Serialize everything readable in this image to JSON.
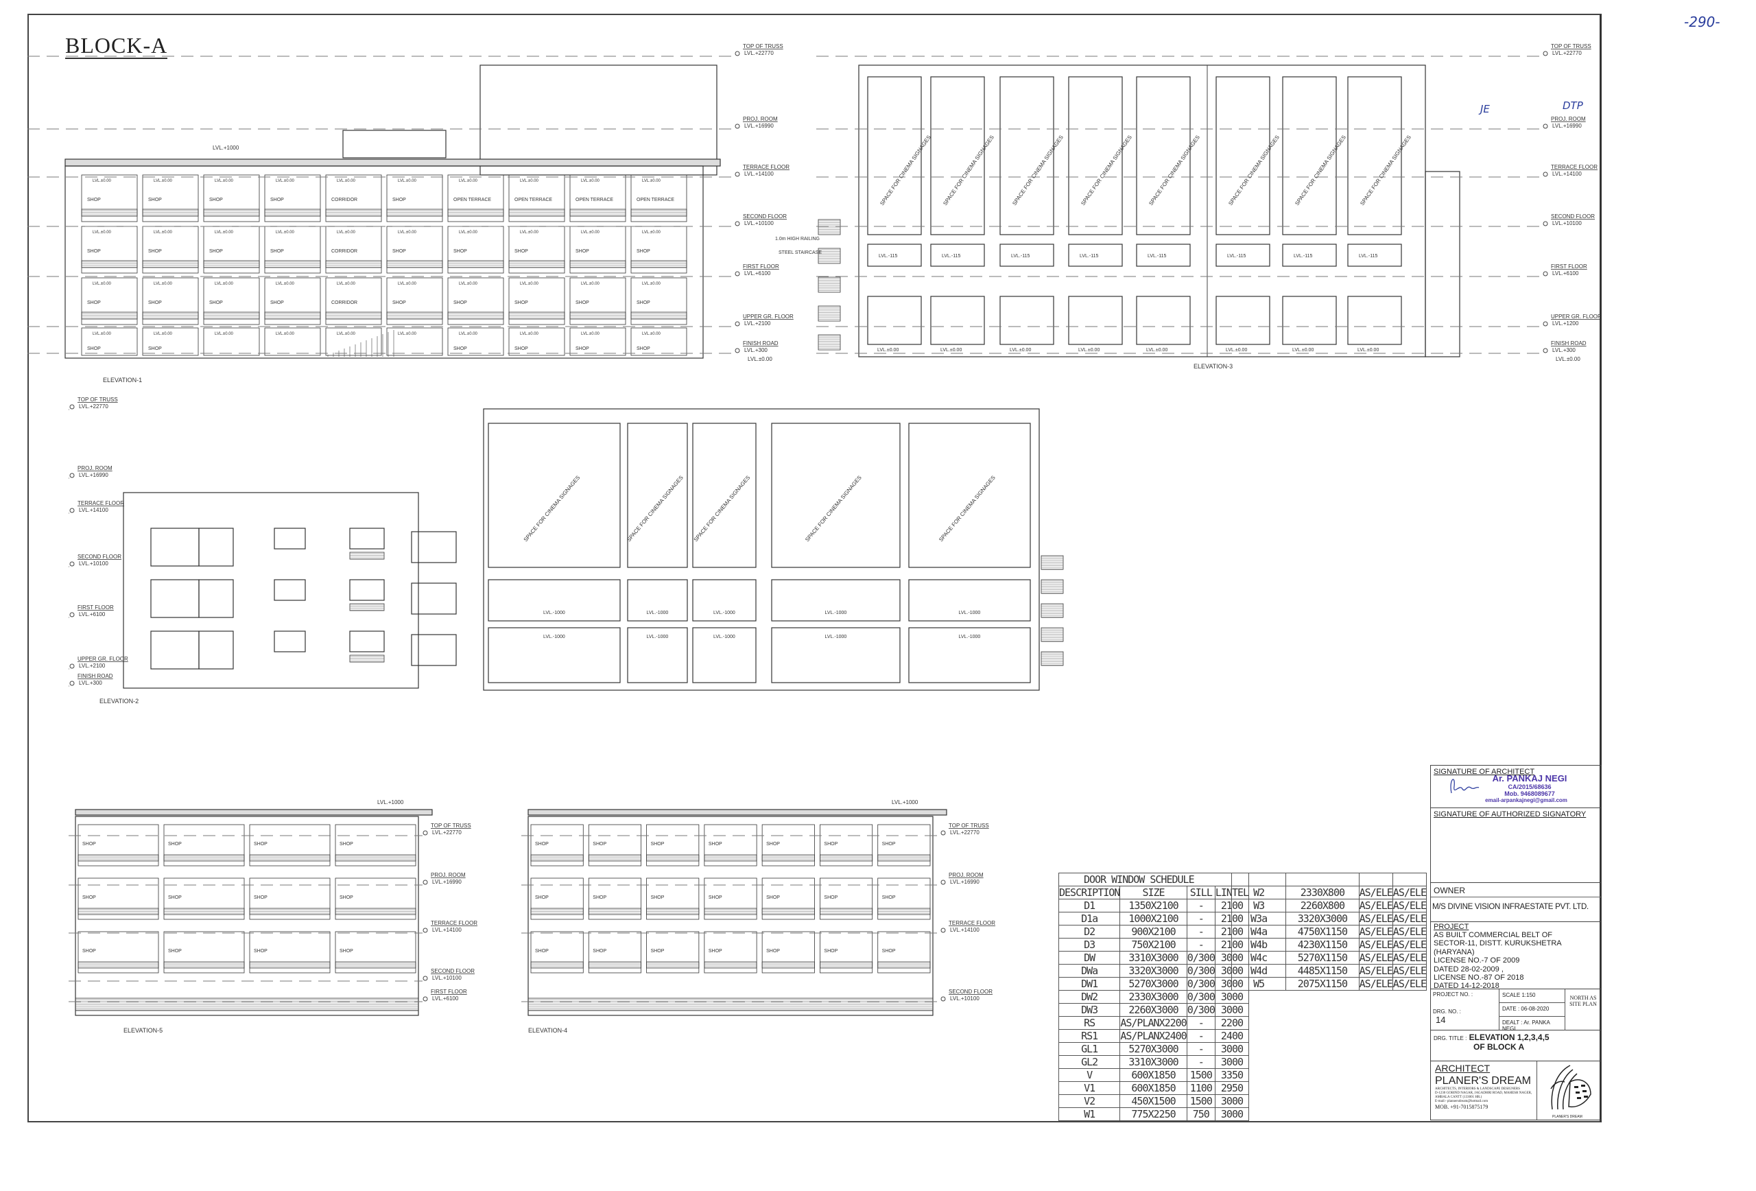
{
  "sheet": {
    "title": "BLOCK-A",
    "handwritten_page_no": "-290-",
    "handwritten_marks": [
      "JE",
      "DTP"
    ]
  },
  "levels_main": [
    {
      "name": "TOP OF TRUSS",
      "value": "LVL.+22770"
    },
    {
      "name": "PROJ. ROOM",
      "value": "LVL.+16990"
    },
    {
      "name": "TERRACE FLOOR",
      "value": "LVL.+14100"
    },
    {
      "name": "SECOND FLOOR",
      "value": "LVL.+10100"
    },
    {
      "name": "FIRST FLOOR",
      "value": "LVL.+6100"
    },
    {
      "name": "UPPER GR. FLOOR",
      "value": "LVL.+2100"
    },
    {
      "name": "FINISH ROAD",
      "value": "LVL.+300"
    }
  ],
  "levels_elev3": [
    {
      "name": "TOP OF TRUSS",
      "value": "LVL.+22770"
    },
    {
      "name": "PROJ. ROOM",
      "value": "LVL.+16990"
    },
    {
      "name": "TERRACE FLOOR",
      "value": "LVL.+14100"
    },
    {
      "name": "SECOND FLOOR",
      "value": "LVL.+10100"
    },
    {
      "name": "FIRST FLOOR",
      "value": "LVL.+6100"
    },
    {
      "name": "UPPER GR. FLOOR",
      "value": "LVL.+1200"
    },
    {
      "name": "FINISH ROAD",
      "value": "LVL.+300"
    }
  ],
  "zero_level": "LVL.±0.00",
  "roof_level": "LVL.+1000",
  "railing_note": "1.0m HIGH RAILING",
  "staircase_note": "STEEL STAIRCASE",
  "elevations": {
    "e1": {
      "label": "ELEVATION-1",
      "floors": [
        [
          "SHOP",
          "SHOP",
          "SHOP",
          "SHOP",
          "CORRIDOR",
          "SHOP",
          "OPEN TERRACE",
          "OPEN TERRACE",
          "OPEN TERRACE",
          "OPEN TERRACE"
        ],
        [
          "SHOP",
          "SHOP",
          "SHOP",
          "SHOP",
          "CORRIDOR",
          "SHOP",
          "SHOP",
          "SHOP",
          "SHOP",
          "SHOP"
        ],
        [
          "SHOP",
          "SHOP",
          "SHOP",
          "SHOP",
          "CORRIDOR",
          "SHOP",
          "SHOP",
          "SHOP",
          "SHOP",
          "SHOP"
        ],
        [
          "SHOP",
          "SHOP",
          "",
          "",
          "",
          "",
          "SHOP",
          "SHOP",
          "SHOP",
          "SHOP"
        ]
      ]
    },
    "e2": {
      "label": "ELEVATION-2",
      "signage": "SPACE FOR CINEMA SIGNAGES",
      "panel_level": "LVL.-1000"
    },
    "e3": {
      "label": "ELEVATION-3",
      "signage": "SPACE FOR CINEMA SIGNAGES",
      "panel_level": "LVL.-115"
    },
    "e4": {
      "label": "ELEVATION-4"
    },
    "e5": {
      "label": "ELEVATION-5"
    }
  },
  "schedule": {
    "title": "DOOR WINDOW SCHEDULE",
    "headers": [
      "DESCRIPTION",
      "SIZE",
      "SILL",
      "LINTEL"
    ],
    "rows": [
      [
        "D1",
        "1350X2100",
        "-",
        "2100"
      ],
      [
        "D1a",
        "1000X2100",
        "-",
        "2100"
      ],
      [
        "D2",
        "900X2100",
        "-",
        "2100"
      ],
      [
        "D3",
        "750X2100",
        "-",
        "2100"
      ],
      [
        "DW",
        "3310X3000",
        "0/300",
        "3000"
      ],
      [
        "DWa",
        "3320X3000",
        "0/300",
        "3000"
      ],
      [
        "DW1",
        "5270X3000",
        "0/300",
        "3000"
      ],
      [
        "DW2",
        "2330X3000",
        "0/300",
        "3000"
      ],
      [
        "DW3",
        "2260X3000",
        "0/300",
        "3000"
      ],
      [
        "RS",
        "AS/PLANX2200",
        "-",
        "2200"
      ],
      [
        "RS1",
        "AS/PLANX2400",
        "-",
        "2400"
      ],
      [
        "GL1",
        "5270X3000",
        "-",
        "3000"
      ],
      [
        "GL2",
        "3310X3000",
        "-",
        "3000"
      ],
      [
        "V",
        "600X1850",
        "1500",
        "3350"
      ],
      [
        "V1",
        "600X1850",
        "1100",
        "2950"
      ],
      [
        "V2",
        "450X1500",
        "1500",
        "3000"
      ],
      [
        "W1",
        "775X2250",
        "750",
        "3000"
      ]
    ],
    "rows_right": [
      [
        "W2",
        "2330X800",
        "AS/ELE",
        "AS/ELE"
      ],
      [
        "W3",
        "2260X800",
        "AS/ELE",
        "AS/ELE"
      ],
      [
        "W3a",
        "3320X3000",
        "AS/ELE",
        "AS/ELE"
      ],
      [
        "W4a",
        "4750X1150",
        "AS/ELE",
        "AS/ELE"
      ],
      [
        "W4b",
        "4230X1150",
        "AS/ELE",
        "AS/ELE"
      ],
      [
        "W4c",
        "5270X1150",
        "AS/ELE",
        "AS/ELE"
      ],
      [
        "W4d",
        "4485X1150",
        "AS/ELE",
        "AS/ELE"
      ],
      [
        "W5",
        "2075X1150",
        "AS/ELE",
        "AS/ELE"
      ]
    ]
  },
  "title_block": {
    "sig_architect_label": "SIGNATURE OF ARCHITECT",
    "stamp_name": "Ar. PANKAJ NEGI",
    "stamp_reg": "CA/2015/68636",
    "stamp_mob": "Mob. 9468089677",
    "stamp_email": "email-arpankajnegi@gmail.com",
    "sig_authorized_label": "SIGNATURE OF AUTHORIZED SIGNATORY",
    "owner_label": "OWNER",
    "owner": "M/S DIVINE VISION INFRAESTATE PVT. LTD.",
    "project_label": "PROJECT",
    "project_lines": [
      "AS BUILT COMMERCIAL BELT OF",
      "SECTOR-11, DISTT. KURUKSHETRA",
      "(HARYANA)",
      "LICENSE NO.-7 OF 2009",
      "DATED 28-02-2009 ,",
      "LICENSE NO.-87 OF 2018",
      "DATED 14-12-2018"
    ],
    "project_no_label": "PROJECT NO. :",
    "scale": "SCALE  1:150",
    "date": "DATE : 06-08-2020",
    "dealt": "DEALT : Ar. PANKA NEGI",
    "north_note": "NORTH AS SITE PLAN",
    "drg_no_label": "DRG. NO. :",
    "drg_no": "14",
    "drg_title_label": "DRG. TITLE :",
    "drg_title_1": "ELEVATION 1,2,3,4,5",
    "drg_title_2": "OF BLOCK  A",
    "architect_label": "ARCHITECT",
    "firm": "PLANER'S DREAM",
    "firm_lines": [
      "ARCHITECTS, INTERIORS & LANDSCAPE DESIGNERS",
      "D-1230 GOBIND NAGAR, JAGADHRI ROAD, MAHESH NAGER,",
      "AMBALA CANTT (133001 HR.)",
      "E-mail:- plannersdream@hotmail.com"
    ],
    "firm_mob": "MOB. +91-7015875179",
    "logo_caption": "PLANER'S DREAM"
  }
}
